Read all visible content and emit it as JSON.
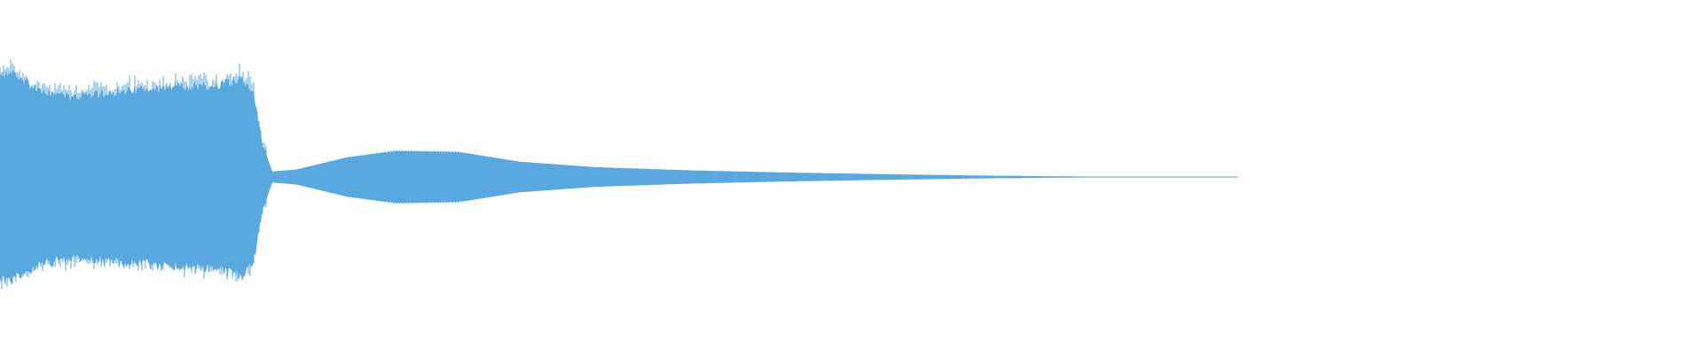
{
  "waveform": {
    "color": "#5aa8e0",
    "background": "#ffffff",
    "shape": "audio-amplitude",
    "peak_amplitude": 0.93,
    "envelope": [
      {
        "t": 0.0,
        "amp": 0.9
      },
      {
        "t": 0.01,
        "amp": 0.93
      },
      {
        "t": 0.03,
        "amp": 0.78
      },
      {
        "t": 0.06,
        "amp": 0.72
      },
      {
        "t": 0.09,
        "amp": 0.76
      },
      {
        "t": 0.12,
        "amp": 0.78
      },
      {
        "t": 0.175,
        "amp": 0.82
      },
      {
        "t": 0.195,
        "amp": 0.89
      },
      {
        "t": 0.205,
        "amp": 0.75
      },
      {
        "t": 0.212,
        "amp": 0.3
      },
      {
        "t": 0.22,
        "amp": 0.05
      },
      {
        "t": 0.24,
        "amp": 0.07
      },
      {
        "t": 0.28,
        "amp": 0.18
      },
      {
        "t": 0.32,
        "amp": 0.24
      },
      {
        "t": 0.37,
        "amp": 0.23
      },
      {
        "t": 0.42,
        "amp": 0.14
      },
      {
        "t": 0.48,
        "amp": 0.09
      },
      {
        "t": 0.56,
        "amp": 0.06
      },
      {
        "t": 0.64,
        "amp": 0.04
      },
      {
        "t": 0.72,
        "amp": 0.025
      },
      {
        "t": 0.8,
        "amp": 0.012
      },
      {
        "t": 0.88,
        "amp": 0.004
      },
      {
        "t": 1.0,
        "amp": 0.001
      }
    ],
    "visible_fraction_of_width": 0.727
  }
}
